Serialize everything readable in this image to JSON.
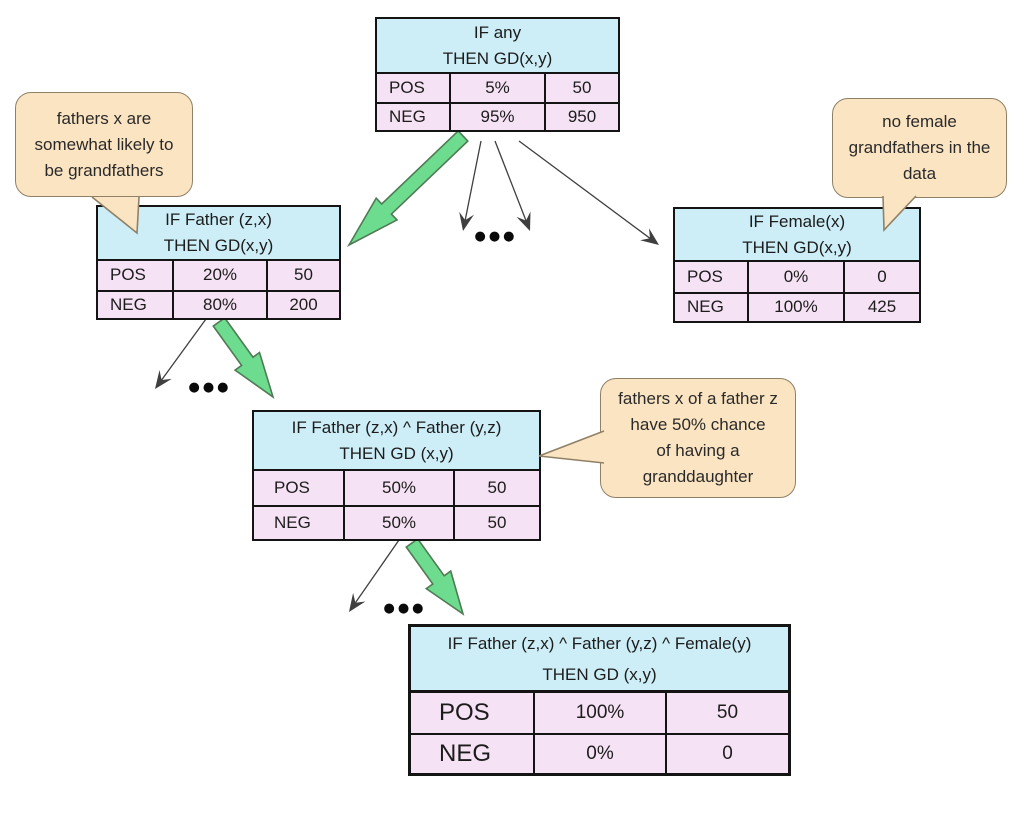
{
  "tables": {
    "root": {
      "if_line": "IF any",
      "then_line": "THEN GD(x,y)",
      "pos": {
        "label": "POS",
        "pct": "5%",
        "count": "50"
      },
      "neg": {
        "label": "NEG",
        "pct": "95%",
        "count": "950"
      }
    },
    "father": {
      "if_line": "IF Father (z,x)",
      "then_line": "THEN GD(x,y)",
      "pos": {
        "label": "POS",
        "pct": "20%",
        "count": "50"
      },
      "neg": {
        "label": "NEG",
        "pct": "80%",
        "count": "200"
      }
    },
    "female": {
      "if_line": "IF  Female(x)",
      "then_line": "THEN GD(x,y)",
      "pos": {
        "label": "POS",
        "pct": "0%",
        "count": "0"
      },
      "neg": {
        "label": "NEG",
        "pct": "100%",
        "count": "425"
      }
    },
    "father_father": {
      "if_line": "IF Father (z,x) ^ Father (y,z)",
      "then_line": "THEN GD (x,y)",
      "pos": {
        "label": "POS",
        "pct": "50%",
        "count": "50"
      },
      "neg": {
        "label": "NEG",
        "pct": "50%",
        "count": "50"
      }
    },
    "father_father_female": {
      "if_line": "IF Father (z,x) ^ Father (y,z) ^ Female(y)",
      "then_line": "THEN GD (x,y)",
      "pos": {
        "label": "POS",
        "pct": "100%",
        "count": "50"
      },
      "neg": {
        "label": "NEG",
        "pct": "0%",
        "count": "0"
      }
    }
  },
  "callouts": {
    "father_note": {
      "lines": [
        "fathers x are",
        "somewhat likely to",
        "be grandfathers"
      ]
    },
    "female_note": {
      "lines": [
        "no female",
        "grandfathers in the",
        "data"
      ]
    },
    "father_father_note": {
      "lines": [
        "fathers x of a father z",
        "have 50% chance",
        "of having a",
        "granddaughter"
      ]
    }
  },
  "ellipsis": "●●●",
  "colors": {
    "table_header_bg": "#cdeef7",
    "table_row_bg": "#f5e2f4",
    "table_border": "#141414",
    "callout_bg": "#fbe4c2",
    "callout_border": "#8f8168",
    "green_arrow_fill": "#6edc8e",
    "green_arrow_stroke": "#4f7a55",
    "thin_arrow": "#3f3f3f",
    "text": "#1c1c1c"
  }
}
